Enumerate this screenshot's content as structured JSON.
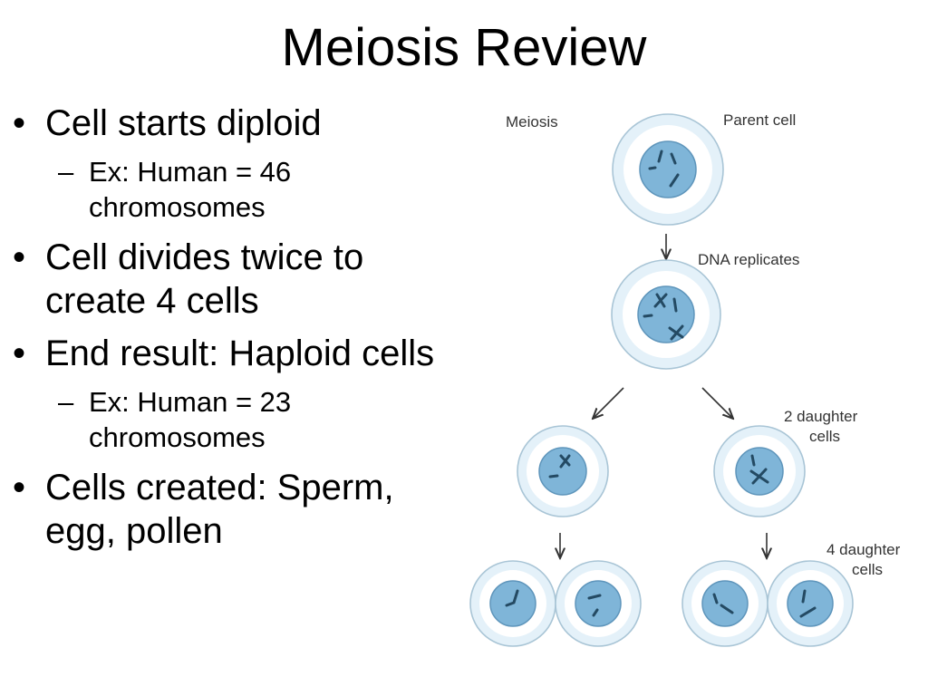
{
  "slide": {
    "title": "Meiosis Review"
  },
  "bullets": [
    {
      "text": "Cell starts diploid",
      "sub": [
        "Ex: Human = 46 chromosomes"
      ]
    },
    {
      "text": "Cell divides twice to create 4 cells",
      "sub": []
    },
    {
      "text": "End result: Haploid cells",
      "sub": [
        "Ex: Human = 23 chromosomes"
      ]
    },
    {
      "text": "Cells created: Sperm, egg, pollen",
      "sub": []
    }
  ],
  "bullet_marks": {
    "level1": "•",
    "level2": "–"
  },
  "diagram": {
    "labels": {
      "heading": "Meiosis",
      "parent_cell": "Parent cell",
      "dna_replicates": "DNA replicates",
      "two_daughter_line1": "2 daughter",
      "two_daughter_line2": "cells",
      "four_daughter_line1": "4 daughter",
      "four_daughter_line2": "cells"
    },
    "colors": {
      "cell_outer": "#e4f1f9",
      "nucleus": "#7fb5d8",
      "chromosome": "#244a63"
    }
  }
}
